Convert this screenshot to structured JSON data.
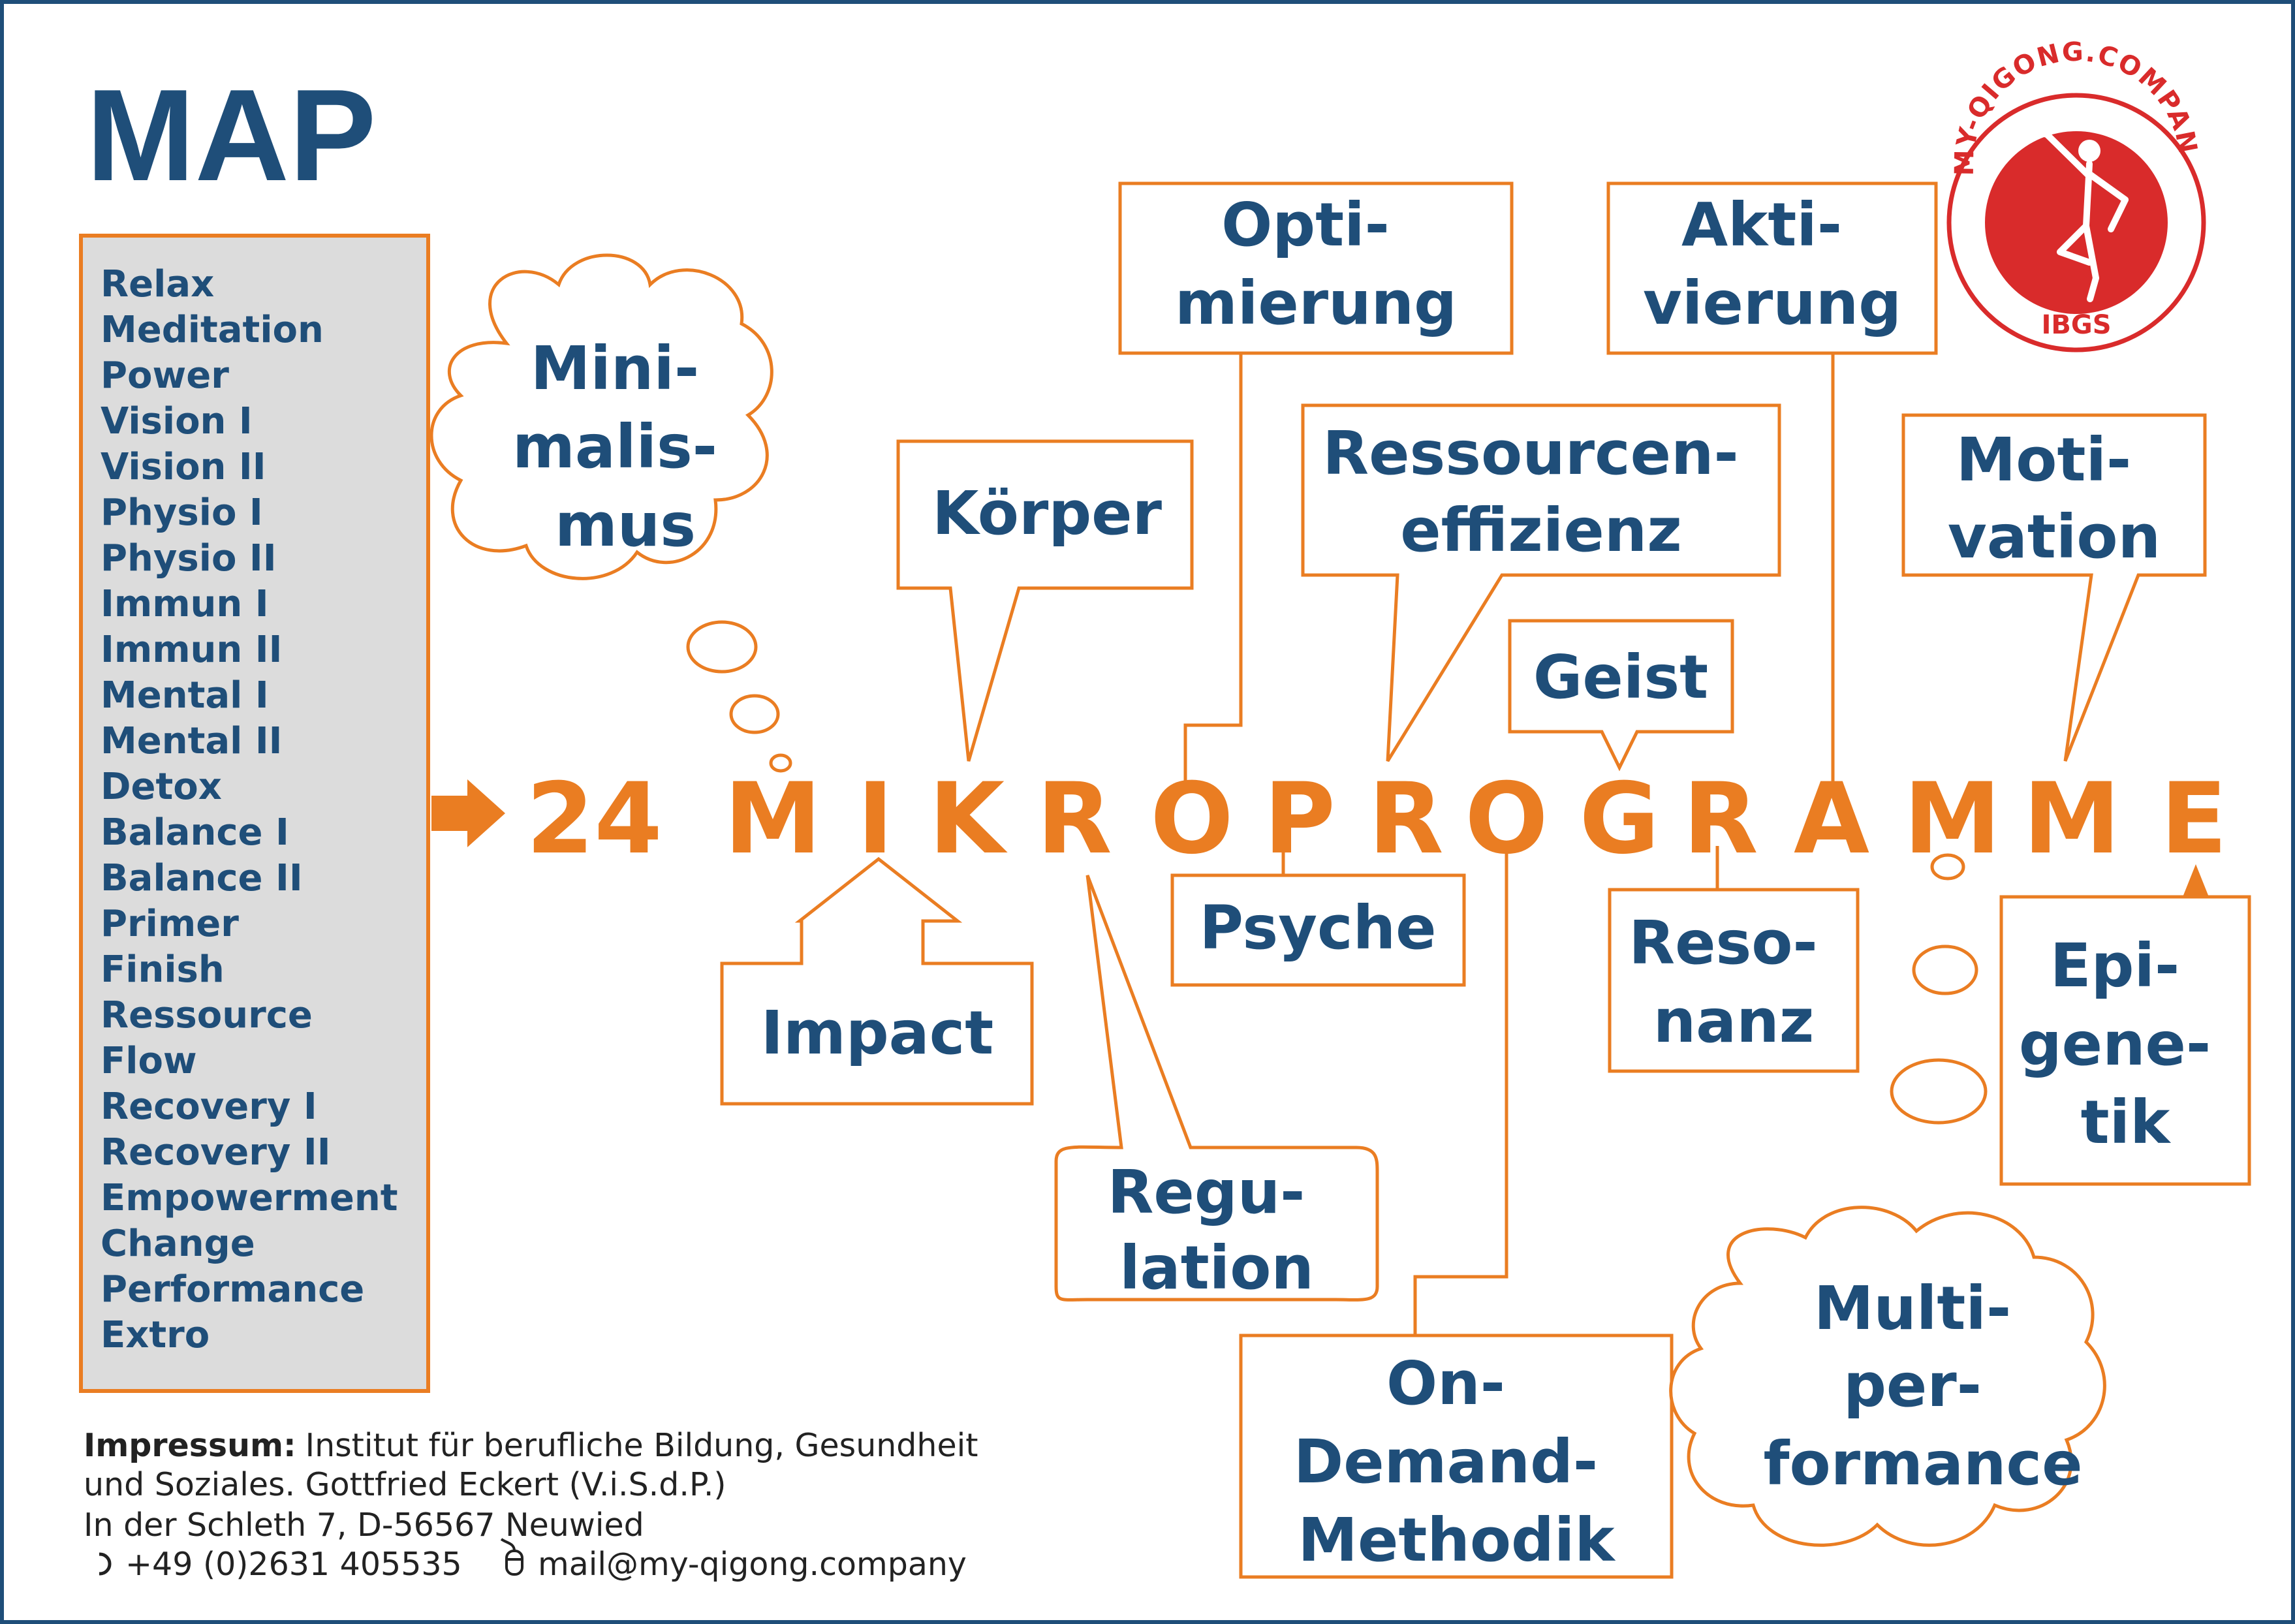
{
  "title": "MAP",
  "colors": {
    "navy": "#1f4e79",
    "orange": "#ea7d22",
    "gray_fill": "#dcdcdc",
    "logo_red": "#d92b2b",
    "text": "#222222"
  },
  "program_list": [
    "Relax",
    "Meditation",
    "Power",
    "Vision I",
    "Vision II",
    "Physio I",
    "Physio II",
    "Immun I",
    "Immun II",
    "Mental I",
    "Mental II",
    "Detox",
    "Balance I",
    "Balance II",
    "Primer",
    "Finish",
    "Ressource",
    "Flow",
    "Recovery I",
    "Recovery II",
    "Empowerment",
    "Change",
    "Performance",
    "Extro"
  ],
  "main_label": {
    "number": "24",
    "letters": [
      "M",
      "I",
      "K",
      "R",
      "O",
      "P",
      "R",
      "O",
      "G",
      "R",
      "A",
      "M",
      "M",
      "E"
    ]
  },
  "nodes": {
    "minimalismus": [
      "Mini-",
      "malis-",
      "mus"
    ],
    "koerper": [
      "Körper"
    ],
    "optimierung": [
      "Opti-",
      "mierung"
    ],
    "ressourceneffizienz": [
      "Ressourcen-",
      "effizienz"
    ],
    "aktivierung": [
      "Akti-",
      "vierung"
    ],
    "motivation": [
      "Moti-",
      "vation"
    ],
    "geist": [
      "Geist"
    ],
    "impact": [
      "Impact"
    ],
    "regulation": [
      "Regu-",
      "lation"
    ],
    "psyche": [
      "Psyche"
    ],
    "on_demand": [
      "On-",
      "Demand-",
      "Methodik"
    ],
    "resonanz": [
      "Reso-",
      "nanz"
    ],
    "epigenetik": [
      "Epi-",
      "gene-",
      "tik"
    ],
    "multiperformance": [
      "Multi-",
      "per-",
      "formance"
    ]
  },
  "logo": {
    "ring_text": "MY-QIGONG.COMPANY",
    "bottom_text": "IBGS"
  },
  "impressum": {
    "label": "Impressum:",
    "line1": "Institut für berufliche Bildung, Gesundheit",
    "line2": "und Soziales. Gottfried Eckert (V.i.S.d.P.)",
    "line3": "In der Schleth 7, D-56567 Neuwied",
    "phone_icon": "phone-icon",
    "phone": "+49 (0)2631 405535",
    "mail_icon": "mouse-icon",
    "email": "mail@my-qigong.company"
  }
}
